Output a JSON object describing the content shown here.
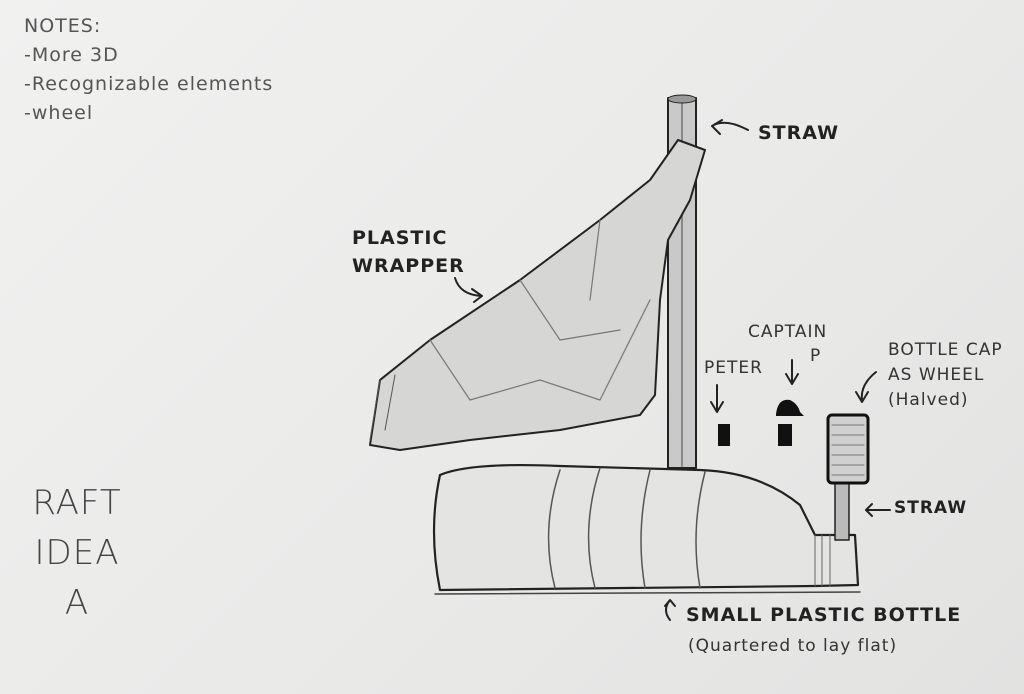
{
  "notes": {
    "title": "NOTES:",
    "items": [
      "-More 3D",
      "-Recognizable elements",
      "-wheel"
    ]
  },
  "idea_title": [
    "RAFT",
    "IDEA",
    "A"
  ],
  "labels": {
    "straw_top": "STRAW",
    "plastic_wrapper": [
      "PLASTIC",
      "WRAPPER"
    ],
    "captain": [
      "CAPTAIN",
      "P"
    ],
    "peter": "PETER",
    "bottle_cap": [
      "BOTTLE CAP",
      "AS WHEEL",
      "(Halved)"
    ],
    "straw_axle": "STRAW",
    "bottle": "SMALL PLASTIC BOTTLE",
    "bottle_note": "(Quartered to lay flat)"
  }
}
